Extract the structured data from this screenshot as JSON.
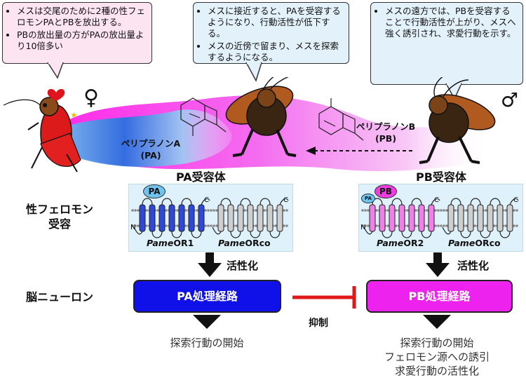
{
  "callouts": {
    "left": {
      "items": [
        "メスは交尾のために2種の性フェロモンPAとPBを放出する。",
        "PBの放出量の方がPAの放出量より10倍多い"
      ],
      "fill": "#fde4f1"
    },
    "middle": {
      "items": [
        "メスに接近すると、PAを受容するようになり、行動活性が低下する。",
        "メスの近傍で留まり、メスを探索するようになる。"
      ],
      "fill": "#e3f1fb"
    },
    "right": {
      "items": [
        "メスの遠方では、PBを受容することで行動活性が上がり、メスへ強く誘引され、求愛行動を示す。"
      ],
      "fill": "#e3f1fb"
    }
  },
  "symbols": {
    "female": "♀",
    "male": "♂"
  },
  "molecules": {
    "pa": {
      "name": "ペリプラノンA",
      "abbr": "(PA)"
    },
    "pb": {
      "name": "ペリプラノンB",
      "abbr": "(PB)"
    }
  },
  "receptors": {
    "pa_title": "PA受容体",
    "pb_title": "PB受容体",
    "pa_gene_italic": "Pame",
    "pa_gene_rest": "OR1",
    "pa_co_italic": "Pame",
    "pa_co_rest": "ORco",
    "pb_gene_italic": "Pame",
    "pb_gene_rest": "OR2",
    "pb_co_italic": "Pame",
    "pb_co_rest": "ORco",
    "pa_ligand": "PA",
    "pb_ligand": "PB",
    "pb_small_ligand": "PA",
    "n_term": "N",
    "c_term": "C"
  },
  "row_labels": {
    "reception_line1": "性フェロモン",
    "reception_line2": "受容",
    "neuron": "脳ニューロン"
  },
  "activation": {
    "left": "活性化",
    "right": "活性化"
  },
  "pathways": {
    "pa": {
      "label": "PA処理経路",
      "color": "#1010e8"
    },
    "pb": {
      "label": "PB処理経路",
      "color": "#ee22ee"
    }
  },
  "inhibition_label": "抑制",
  "outcomes": {
    "left": [
      "探索行動の開始"
    ],
    "right": [
      "探索行動の開始",
      "フェロモン源への誘引",
      "求愛行動の活性化"
    ]
  },
  "colors": {
    "pa_receptor": "#3048d8",
    "pb_receptor": "#f080e8",
    "orco": "#cfcfcf",
    "inhibit": "#e01818",
    "panel": "#dff2fb"
  }
}
